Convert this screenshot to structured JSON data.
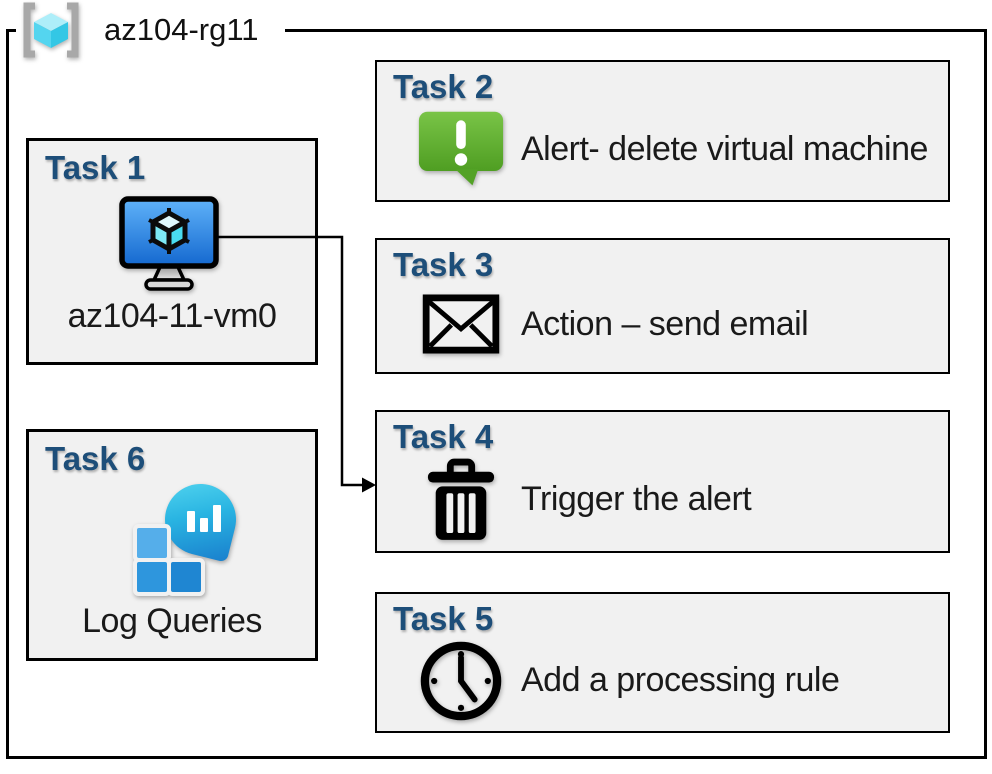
{
  "header": {
    "resource_group_name": "az104-rg11"
  },
  "tasks": [
    {
      "title": "Task 1",
      "label": "az104-11-vm0",
      "icon": "virtual-machine-icon"
    },
    {
      "title": "Task 2",
      "label": "Alert- delete virtual machine",
      "icon": "alert-message-icon"
    },
    {
      "title": "Task 3",
      "label": "Action – send email",
      "icon": "email-envelope-icon"
    },
    {
      "title": "Task 4",
      "label": "Trigger the alert",
      "icon": "trash-icon"
    },
    {
      "title": "Task 5",
      "label": "Add a processing rule",
      "icon": "clock-icon"
    },
    {
      "title": "Task 6",
      "label": "Log Queries",
      "icon": "log-queries-icon"
    }
  ],
  "connector": {
    "from": "Task 1",
    "to": "Task 4"
  },
  "colors": {
    "task_title_blue": "#1D4E79",
    "box_fill": "#F1F1F1",
    "box_border": "#000000",
    "alert_green_top": "#76C143",
    "alert_green_bottom": "#4F9E22",
    "vm_screen_blue_top": "#5FB2F9",
    "vm_screen_blue_bottom": "#1468CF",
    "cube_cyan": "#57D8F0",
    "log_bubble_cyan": "#29B4E2",
    "log_square_blue": "#2E96DD",
    "bracket_gray": "#A8A8A8"
  }
}
